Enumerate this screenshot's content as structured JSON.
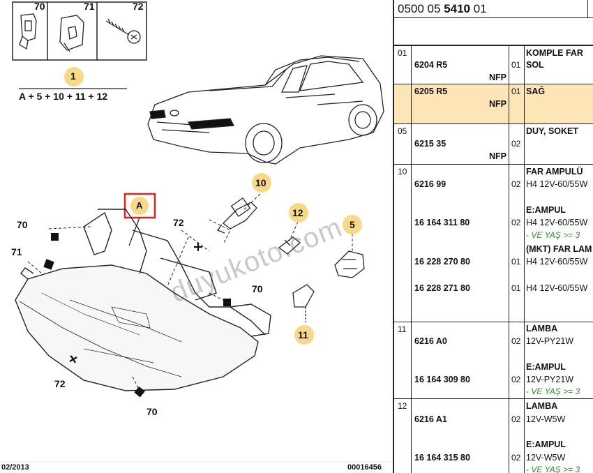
{
  "diagram": {
    "inset_labels": [
      "70",
      "71",
      "72"
    ],
    "group_callout": "1",
    "formula": "A + 5 + 10 + 11 + 12",
    "callout_A": "A",
    "labels": {
      "l70a": "70",
      "l71": "71",
      "l72a": "72",
      "l10": "10",
      "l12": "12",
      "l5": "5",
      "l70b": "70",
      "l11": "11",
      "l72b": "72",
      "l70c": "70"
    },
    "footer_left": "02/2013",
    "footer_right": "00016456",
    "watermark": "duyukoto.com",
    "highlight_color": "#f8d98a",
    "callout_red": "#e0231b"
  },
  "table": {
    "part_number_prefix": "0500 05 ",
    "part_number_bold": "5410",
    "part_number_suffix": " 01",
    "highlight_color": "#fde5b8",
    "groups": [
      {
        "pos": "01",
        "rows": [
          {
            "ref": "6204 R5",
            "nfp": "NFP",
            "qty": "01",
            "desc1": "KOMPLE FAR",
            "desc2": "SOL"
          }
        ]
      },
      {
        "pos": "",
        "rows": [
          {
            "ref": "6205 R5",
            "nfp": "NFP",
            "qty": "01",
            "desc1": "SAĞ"
          }
        ]
      },
      {
        "pos": "05",
        "rows": [
          {
            "ref": "6215 35",
            "nfp": "NFP",
            "qty": "02",
            "desc1": "DUY, SOKET"
          }
        ]
      },
      {
        "pos": "10",
        "rows": [
          {
            "ref": "6216 99",
            "qty": "02",
            "desc1": "FAR AMPULÜ",
            "desc2": "H4 12V-60/55W"
          },
          {
            "ref": "16 164 311 80",
            "qty": "02",
            "desc1": "E:AMPUL",
            "desc2": "H4 12V-60/55W",
            "note": "- VE YAŞ >= 3"
          },
          {
            "ref": "16 228 270 80",
            "qty": "01",
            "desc1": "(MKT) FAR LAM",
            "desc2": "H4 12V-60/55W"
          },
          {
            "ref": "16 228 271 80",
            "qty": "01",
            "desc2": "H4 12V-60/55W"
          }
        ]
      },
      {
        "pos": "11",
        "rows": [
          {
            "ref": "6216 A0",
            "qty": "02",
            "desc1": "LAMBA",
            "desc2": "12V-PY21W"
          },
          {
            "ref": "16 164 309 80",
            "qty": "02",
            "desc1": "E:AMPUL",
            "desc2": "12V-PY21W",
            "note": "- VE YAŞ >= 3"
          }
        ]
      },
      {
        "pos": "12",
        "rows": [
          {
            "ref": "6216 A1",
            "qty": "02",
            "desc1": "LAMBA",
            "desc2": "12V-W5W"
          },
          {
            "ref": "16 164 315 80",
            "qty": "02",
            "desc1": "E:AMPUL",
            "desc2": "12V-W5W",
            "note": "- VE YAŞ >= 3"
          }
        ]
      }
    ]
  }
}
